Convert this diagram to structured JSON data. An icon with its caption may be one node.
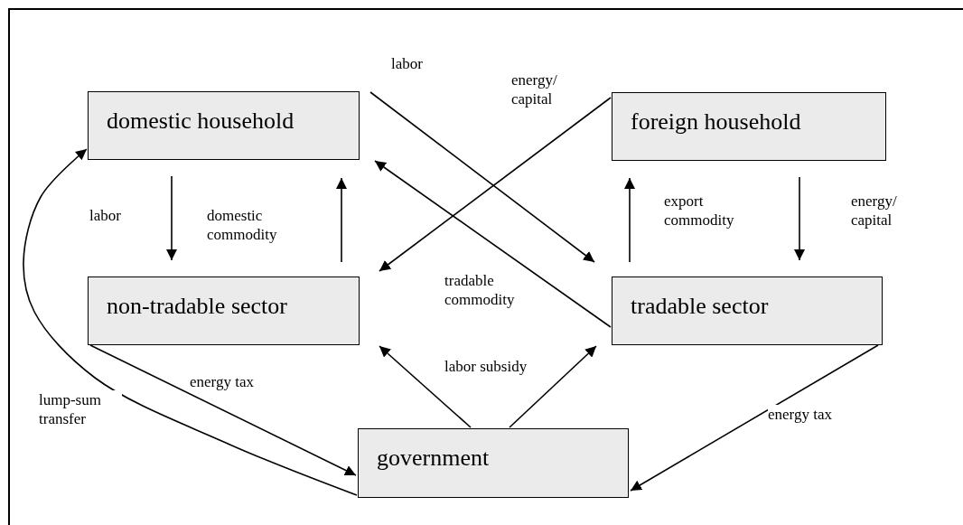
{
  "diagram": {
    "nodes": [
      {
        "text": [
          "domestic household"
        ]
      },
      {
        "text": [
          "foreign household"
        ]
      },
      {
        "text": [
          "non-tradable sector"
        ]
      },
      {
        "text": [
          "tradable sector"
        ]
      },
      {
        "text": [
          "government"
        ]
      }
    ],
    "edges": [
      {
        "from": 0,
        "to": 2,
        "arrow": "to",
        "label": "labor"
      },
      {
        "from": 2,
        "to": 0,
        "arrow": "to",
        "label": "domestic commodity"
      },
      {
        "from": 0,
        "to": 3,
        "arrow": "to",
        "label": "labor"
      },
      {
        "from": 1,
        "to": 2,
        "arrow": "to",
        "label": "energy/ capital"
      },
      {
        "from": 3,
        "to": 0,
        "arrow": "to",
        "label": "tradable commodity"
      },
      {
        "from": 3,
        "to": 1,
        "arrow": "to",
        "label": "export commodity"
      },
      {
        "from": 1,
        "to": 3,
        "arrow": "to",
        "label": "energy/ capital"
      },
      {
        "from": 4,
        "to": 2,
        "arrow": "to",
        "label": "labor subsidy"
      },
      {
        "from": 4,
        "to": 3,
        "arrow": "to"
      },
      {
        "from": 2,
        "to": 4,
        "arrow": "to",
        "label": "energy tax"
      },
      {
        "from": 4,
        "to": 0,
        "arrow": "to",
        "label": "lump-sum transfer"
      },
      {
        "from": 3,
        "to": 4,
        "arrow": "to",
        "label": "energy tax"
      }
    ]
  }
}
